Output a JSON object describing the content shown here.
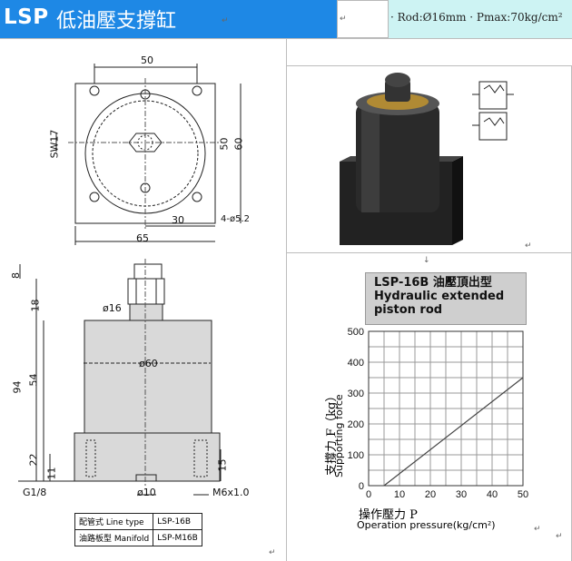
{
  "header": {
    "title": "LSP",
    "subtitle_cn": "低油壓支撐缸",
    "spec_text": "· Rod:Ø16mm   · Pmax:70kg/cm²"
  },
  "drawing_top": {
    "dim_width": "50",
    "dim_height": "50",
    "dim_outer": "60",
    "dim_sw": "SW17",
    "dim_30": "30",
    "dim_holes": "4-ø5.2",
    "dim_65": "65"
  },
  "drawing_side": {
    "dim_8": "8",
    "dim_18": "18",
    "dim_94": "94",
    "dim_54": "54",
    "dim_22": "22",
    "dim_11": "11",
    "dim_15": "15",
    "dim_d16": "ø16",
    "dim_d60": "ø60",
    "dim_d10": "ø10",
    "dim_m6": "M6x1.0",
    "dim_g18": "G1/8"
  },
  "type_table": {
    "rows": [
      {
        "label": "配管式 Line type",
        "value": "LSP-16B"
      },
      {
        "label": "油路板型 Manifold",
        "value": "LSP-M16B"
      }
    ]
  },
  "chart_data": {
    "type": "line",
    "title": "LSP-16B 油壓頂出型 Hydraulic extended piston rod",
    "xlabel_cn": "操作壓力 P",
    "xlabel": "Operation pressure(kg/cm²)",
    "ylabel_cn": "支撐力 F（kg）",
    "ylabel": "Supporting force",
    "x_ticks": [
      "0",
      "10",
      "20",
      "30",
      "40",
      "50"
    ],
    "y_ticks": [
      "0",
      "100",
      "200",
      "300",
      "400",
      "500"
    ],
    "xlim": [
      0,
      50
    ],
    "ylim": [
      0,
      500
    ],
    "grid": true,
    "series": [
      {
        "values": [
          [
            5,
            0
          ],
          [
            50,
            350
          ]
        ]
      }
    ],
    "line_color": "#444444"
  }
}
